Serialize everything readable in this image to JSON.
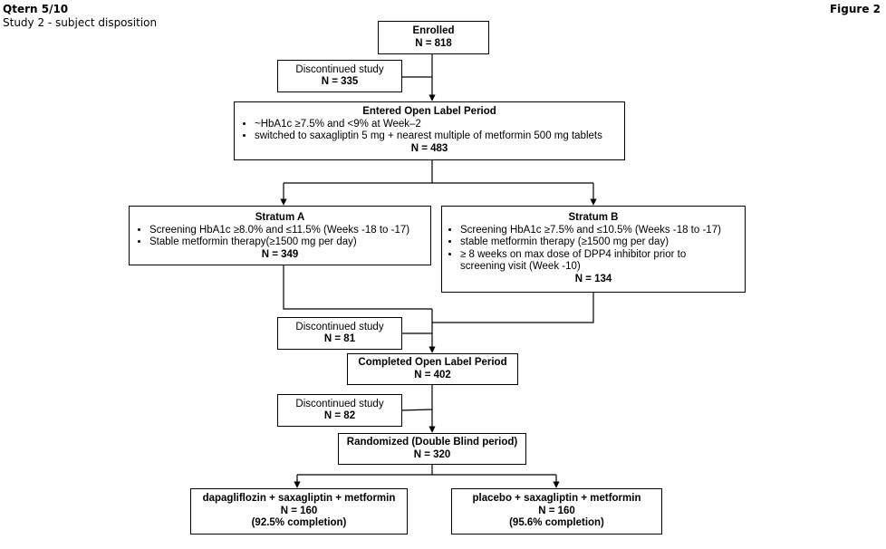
{
  "header": {
    "doc_id": "Qtern 5/10",
    "subtitle": "Study 2 - subject disposition",
    "figure_label": "Figure 2"
  },
  "enrolled": {
    "title": "Enrolled",
    "n": "N = 818"
  },
  "disc1": {
    "label": "Discontinued study",
    "n": "N = 335"
  },
  "open_label": {
    "title": "Entered Open Label Period",
    "bullets": [
      "~HbA1c ≥7.5% and <9% at Week–2",
      "switched to saxagliptin 5 mg + nearest multiple of metformin 500 mg tablets"
    ],
    "n": "N = 483"
  },
  "stratum_a": {
    "title": "Stratum A",
    "bullets": [
      "Screening HbA1c ≥8.0% and ≤11.5% (Weeks -18 to  -17)",
      "Stable metformin therapy(≥1500 mg per day)"
    ],
    "n": "N = 349"
  },
  "stratum_b": {
    "title": "Stratum B",
    "bullets": [
      "Screening HbA1c ≥7.5% and ≤10.5% (Weeks -18 to  -17)",
      "stable metformin therapy (≥1500 mg per day)",
      " ≥ 8 weeks on max dose of DPP4 inhibitor prior to screening visit (Week -10)"
    ],
    "n": "N = 134"
  },
  "disc2": {
    "label": "Discontinued study",
    "n": "N = 81"
  },
  "completed": {
    "title": "Completed Open Label Period",
    "n": "N = 402"
  },
  "disc3": {
    "label": "Discontinued study",
    "n": "N = 82"
  },
  "randomized": {
    "title": "Randomized (Double Blind period)",
    "n": "N = 320"
  },
  "arm_dapa": {
    "title": "dapagliflozin + saxagliptin + metformin",
    "n": "N = 160",
    "completion": "(92.5%  completion)"
  },
  "arm_placebo": {
    "title": "placebo + saxagliptin + metformin",
    "n": "N = 160",
    "completion": "(95.6%  completion)"
  }
}
